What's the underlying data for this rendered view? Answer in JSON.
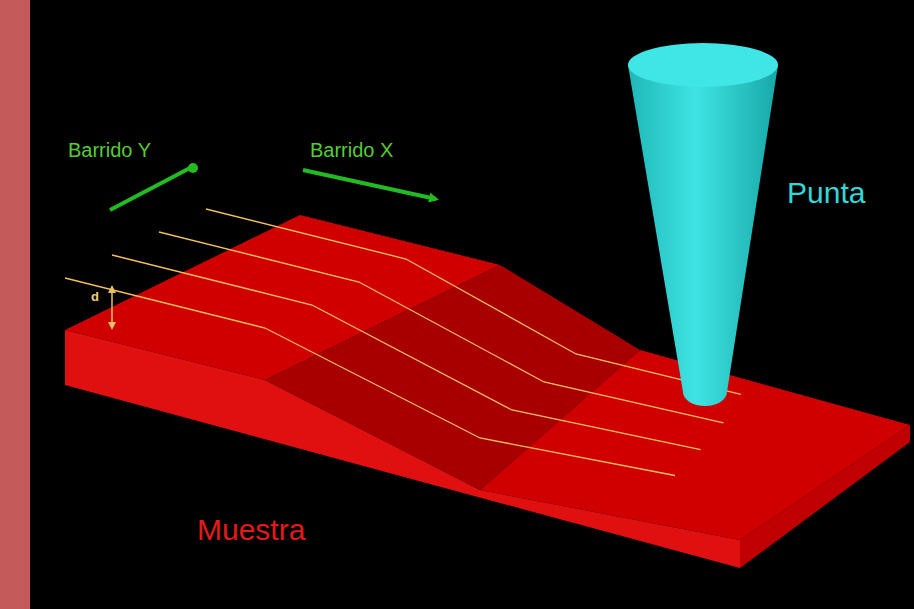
{
  "diagram": {
    "labels": [
      "Barrido Y",
      "Barrido X",
      "d",
      "Punta",
      "Muestra"
    ]
  }
}
